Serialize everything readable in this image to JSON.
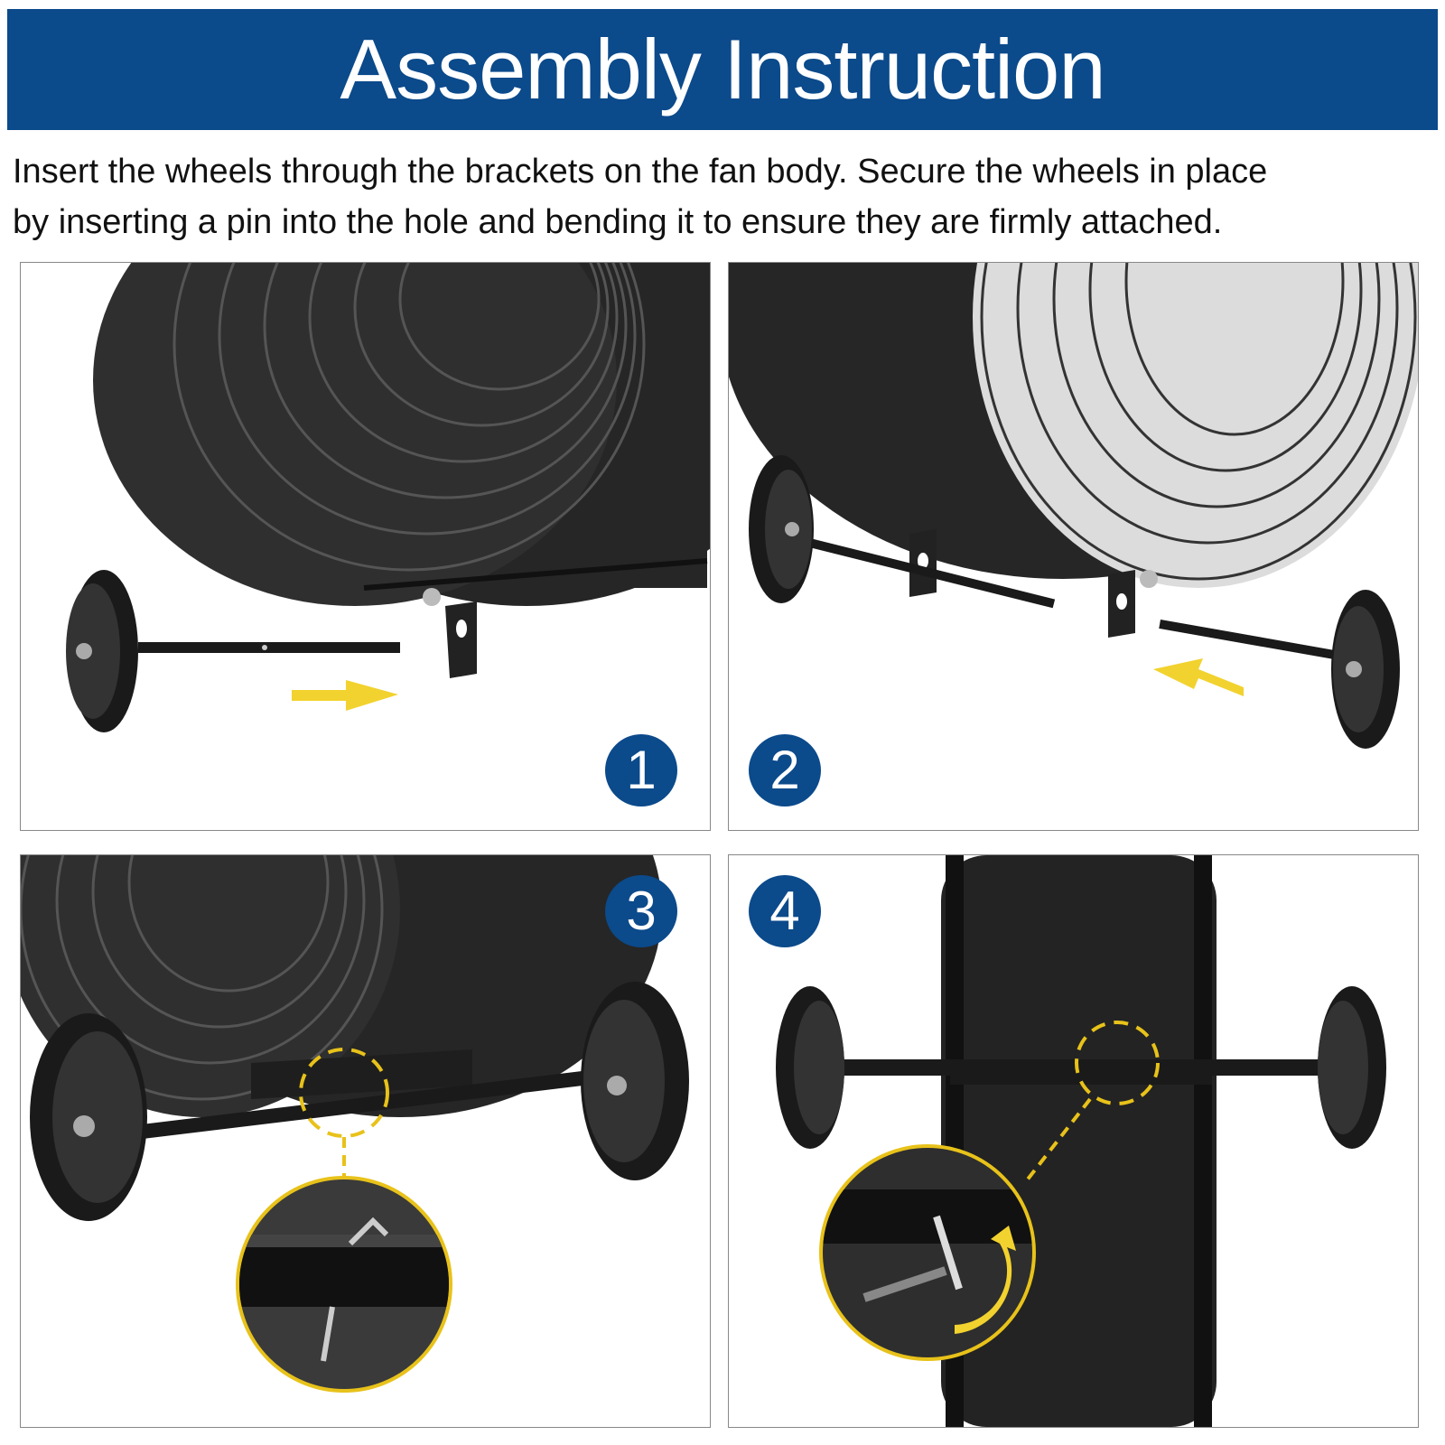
{
  "header": {
    "title": "Assembly Instruction"
  },
  "instructions": {
    "line1": "Insert the wheels through the brackets on the fan body. Secure the wheels in place",
    "line2": "by inserting a pin into the hole and bending it to ensure they are firmly attached."
  },
  "steps": [
    {
      "number": "1"
    },
    {
      "number": "2"
    },
    {
      "number": "3"
    },
    {
      "number": "4"
    }
  ],
  "colors": {
    "banner": "#0b4a8b",
    "badge": "#0b4a8b",
    "arrow": "#f2d22e",
    "highlight": "#e8c21a",
    "fan": "#1c1c1c"
  }
}
